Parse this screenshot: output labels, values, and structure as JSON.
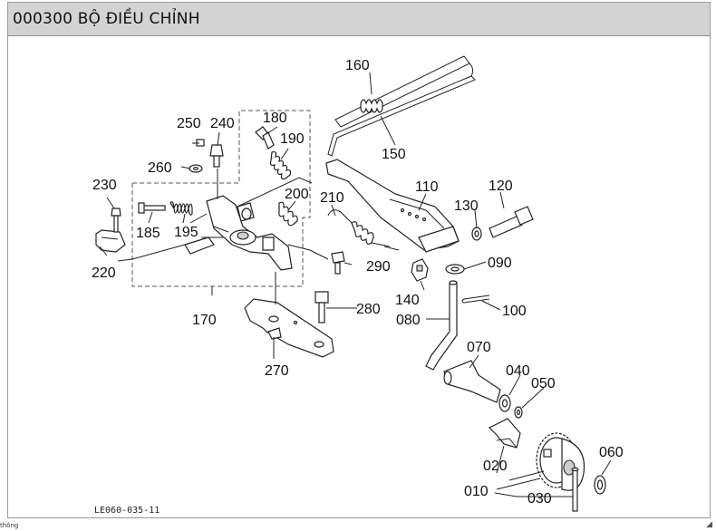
{
  "title": "000300 BỘ ĐIỀU CHỈNH",
  "diagram_ref": "LE060-035-11",
  "footnote": "thông",
  "callouts": [
    "160",
    "150",
    "250",
    "240",
    "180",
    "190",
    "260",
    "230",
    "185",
    "195",
    "200",
    "210",
    "110",
    "130",
    "120",
    "220",
    "290",
    "090",
    "140",
    "100",
    "170",
    "280",
    "080",
    "070",
    "270",
    "040",
    "050",
    "060",
    "020",
    "010",
    "030"
  ]
}
